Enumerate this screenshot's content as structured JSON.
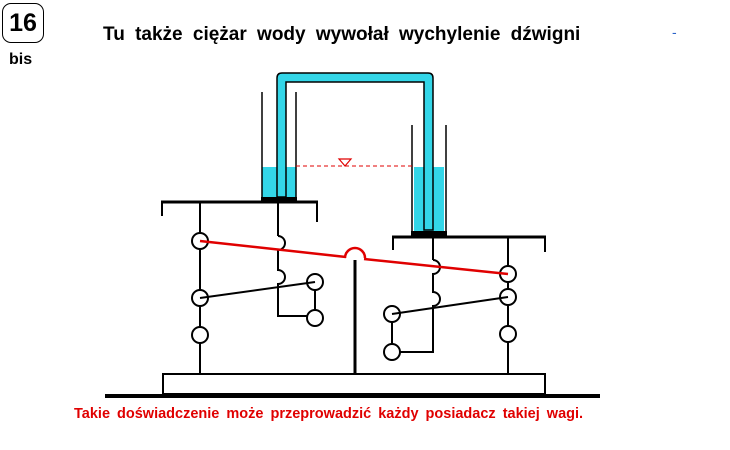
{
  "slide": {
    "number": "16",
    "suffix": "bis"
  },
  "title": "Tu także  ciężar wody wywołał  wychylenie dźwigni",
  "corner_mark": "-",
  "caption": "Takie doświadczenie  może przeprowadzić każdy posiadacz takiej wagi.",
  "colors": {
    "water": "#33d6e8",
    "lever": "#e00000",
    "water_level_line": "#e00000",
    "structure": "#000000"
  },
  "icons": {
    "water_level_marker": "triangle-down-icon"
  }
}
